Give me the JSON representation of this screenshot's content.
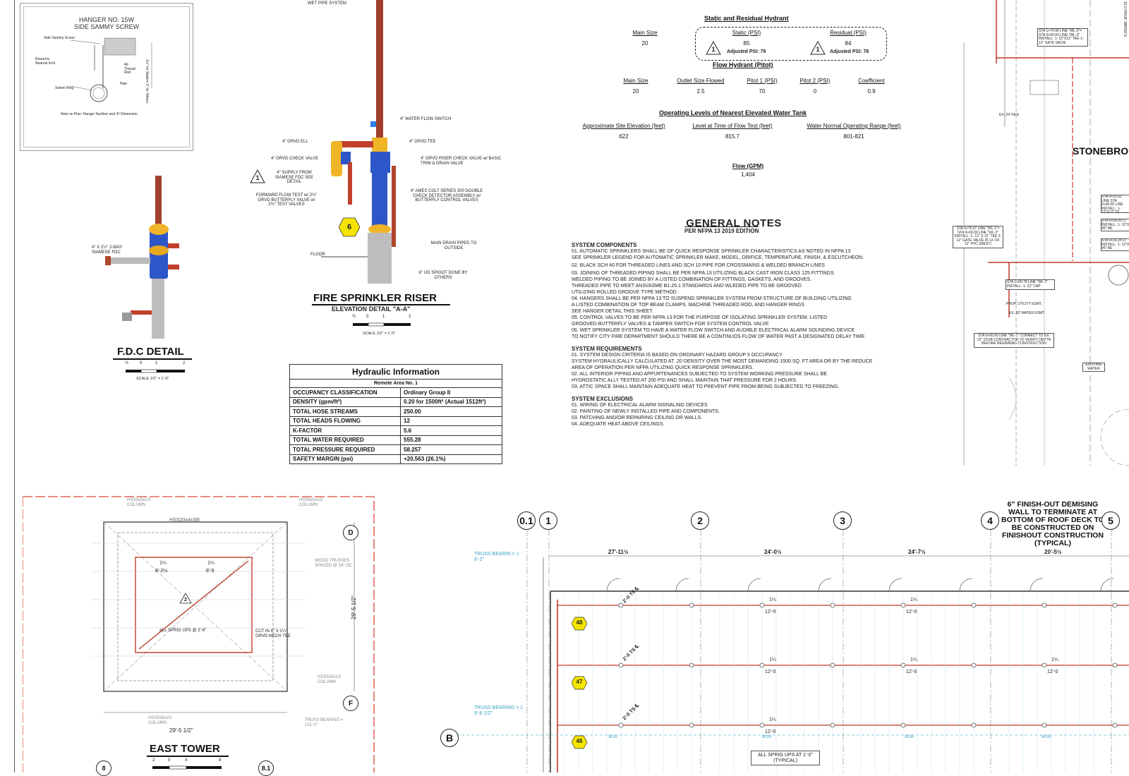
{
  "hanger": {
    "title1": "HANGER NO. 15W",
    "title2": "SIDE SAMMY SCREW",
    "lab_sammy": "Side Sammy Screw",
    "lab_round": "Round to Nearest Inch",
    "lab_all_thread": "All Thread Rod",
    "lab_swivel": "Swivel Ring",
    "lab_pipe": "Pipe",
    "lab_dims": "1½\" for Nailers 3\" for Others",
    "note": "Note on Plan: Hanger Number and 'A' Dimension"
  },
  "fdc": {
    "label_siamese": "4\" X 2½\" 2-WAY SIAMESE FDC",
    "title": "F.D.C DETAIL",
    "scale_ticks": [
      "½",
      "0",
      "1",
      "2"
    ],
    "scale": "SCALE 1/2\" = 1'-0\""
  },
  "riser": {
    "top_label": "WET PIPE SYSTEM",
    "callouts": [
      "4\" WATER FLOW SWITCH",
      "4\" GRVD TEE",
      "4\" GRVD ELL",
      "4\" GRVD CHECK VALVE",
      "4\" GRVD RISER CHECK VALVE w/ BASIC TRIM & DRAIN VALVE",
      "4\" SUPPLY FROM SIAMESE FDC SEE DETAIL",
      "FORWARD FLOW TEST w/ 2½\" GRVD BUTTERFLY VALVE w/ 2½\" TEST VALVES",
      "4\" AMES COLT SERIES 300 DOUBLE CHECK DETECTOR ASSEMBLY w/ BUTTERFLY CONTROL VALVES",
      "MAIN DRAIN PIPED TO OUTSIDE",
      "FLOOR",
      "6\" UG SPIGOT DONE BY OTHERS"
    ],
    "hex_num": "6",
    "tri_num": "1",
    "title": "FIRE SPRINKLER RISER",
    "subtitle": "ELEVATION DETAIL \"A-A\"",
    "scale_ticks": [
      "½",
      "0",
      "1",
      "2"
    ],
    "scale": "SCALE 1/2\" = 1'-0\""
  },
  "hydraulic": {
    "title": "Hydraulic Information",
    "subtitle": "Remote Area No. 1",
    "rows": [
      {
        "k": "OCCUPANCY CLASSIFICATION",
        "v": "Ordinary Group II"
      },
      {
        "k": "DENSITY (gpm/ft²)",
        "v": "0.20 for 1500ft² (Actual 1512ft²)"
      },
      {
        "k": "TOTAL HOSE STREAMS",
        "v": "250.00"
      },
      {
        "k": "TOTAL HEADS FLOWING",
        "v": "12"
      },
      {
        "k": "K-FACTOR",
        "v": "5.6"
      },
      {
        "k": "TOTAL WATER REQUIRED",
        "v": "555.28"
      },
      {
        "k": "TOTAL PRESSURE REQUIRED",
        "v": "58.257"
      },
      {
        "k": "SAFETY MARGIN (psi)",
        "v": "+20.563 (26.1%)"
      }
    ]
  },
  "hydrant": {
    "static_title": "Static and Residual Hydrant",
    "main_size_label": "Main Size",
    "main_size_val": "20",
    "static_label": "Static (PSI)",
    "static_val": "85",
    "static_adj": "Adjusted PSI: 79",
    "residual_label": "Residual (PSI)",
    "residual_val": "84",
    "residual_adj": "Adjusted PSI: 78",
    "tri": "1",
    "flow_title": "Flow Hydrant (Pitot)",
    "flow_cols": [
      {
        "label": "Main Size",
        "val": "20"
      },
      {
        "label": "Outlet Size Flowed",
        "val": "2.5"
      },
      {
        "label": "Pitot 1 (PSI)",
        "val": "70"
      },
      {
        "label": "Pitot 2 (PSI)",
        "val": "0"
      },
      {
        "label": "Coefficient",
        "val": "0.9"
      }
    ],
    "tank_title": "Operating Levels of Nearest Elevated Water Tank",
    "tank_cols": [
      {
        "label": "Approximate Site Elevation (feet)",
        "val": "622"
      },
      {
        "label": "Level at Time of Flow Test (feet)",
        "val": "815.7"
      },
      {
        "label": "Water Normal Operating Range (feet)",
        "val": "801-821"
      }
    ],
    "gpm_label": "Flow (GPM)",
    "gpm_val": "1,404"
  },
  "notes": {
    "title": "GENERAL NOTES",
    "subtitle": "PER NFPA 13 2019 EDITION",
    "sections": [
      {
        "head": "SYSTEM COMPONENTS",
        "lines": [
          "01. AUTOMATIC SPRINKLERS SHALL BE OF QUICK RESPONSE SPRINKLER CHARACTERISTICS AS NOTED IN NFPA 13",
          "SEE SPRINKLER LEGEND FOR AUTOMATIC SPRINKLER MAKE, MODEL, ORIFICE, TEMPERATURE, FINISH, & ESCUTCHEON.",
          "02. BLACK SCH 40 FOR THREADED LINES AND SCH 10 PIPE FOR CROSSMAINS & WELDED BRANCH LINES",
          "03. JOINING OF THREADED PIPING SHALL BE PER NFPA 13 UTILIZING BLACK CAST IRON CLASS 125 FITTINGS",
          "WELDED PIPING TO BE JOINED BY A LISTED COMBINATION OF FITTINGS, GASKETS, AND GROOVES.",
          "THREADED PIPE TO MEET ANSI/ASME B1.20.1 STANDARDS AND WLEDED PIPE TO BE GROOVED",
          "UTILIZING ROLLED GROOVE TYPE METHOD.",
          "04. HANGERS SHALL BE PER NFPA 13 TO SUSPEND SPRINKLER SYSTEM FROM STRUCTURE OF BUILDING UTILIZING",
          "A LISTED COMBINATION OF TOP BEAM CLAMPS,  MACHINE THREADED ROD,  AND HANGER RINGS",
          "SEE HANGER DETAIL THIS SHEET.",
          "05. CONTROL VALVES TO BE PER NFPA 13 FOR THE PURPOSE OF ISOLATING SPRINKLER SYSTEM.  LISTED",
          "GROOVED BUTTERFLY VALVES & TAMPER SWITCH FOR SYSTEM CONTROL VALVE",
          "06. WET SPRINKLER SYSTEM TO HAVE A WATER FLOW SWITCH AND AUDIBLE ELECTRICAL ALARM SOUNDING DEVICE",
          "TO NOTIFY CITY FIRE DEPARTMENT SHOULD THERE BE A CONTINUOS FLOW OF WATER PAST A DESIGNATED DELAY TIME."
        ]
      },
      {
        "head": "SYSTEM REQUIREMENTS",
        "lines": [
          "01. SYSTEM DESIGN CRITERIA IS BASED ON ORDINARY HAZARD GROUP II OCCUPANCY",
          "SYSTEM HYDRAULICALLY CALCULATED AT .20 DENSITY OVER THE MOST DEMANDING 1500 SQ. FT AREA OR BY THE REDUCE",
          "AREA OF OPERATION PER NFPA UTILIZING QUICK RESPONSE SPRINKLERS.",
          "02. ALL INTERIOR PIPING AND APPURTENANCES SUBJECTED TO SYSTEM WORKING PRESSURE SHALL BE",
          "HYDROSTATIC ALLY TESTED AT 200 PSI AND SHALL MAINTAIN THAT PRESSURE FOR 2 HOURS.",
          "03. ATTIC SPACE SHALL MAINTAIN ADEQUATE HEAT TO PREVENT PIPE FROM BEING SUBJECTED TO FREEZING."
        ]
      },
      {
        "head": "SYSTEM EXCLUSIONS",
        "lines": [
          "01. WIRING OF ELECTRICAL ALARM SIGNALING DEVICES",
          "02. PAINTING OF NEWLY INSTALLED PIPE AND COMPONENTS.",
          "03. PATCHING AND/OR REPAIRING CEILING OR WALLS.",
          "04. ADEQUATE HEAT ABOVE CEILINGS."
        ]
      }
    ]
  },
  "site": {
    "title": "STONEBRO",
    "labels": [
      "STA 1+74.96 LINE \"WL-2\"= STA 0+00.00 LINE \"WL-3\" INSTALL: 1- 12\"X12\" TEE 1- 12\" GATE VALVE",
      "EX. 24' FA.E",
      "STA 0+32.62 LINE STA 0+00.00 LINE INSTALL: 1- 12\"X12\" TE",
      "STA 0+09.53 LI INSTALL: 1- 12\"X 45° BE",
      "STA 0+16.25 LI INSTALL: 1- 12\"X 45° BE",
      "STA 0+75.07 LINE \"WL-1\"= STA 0+00.00 LINE \"WL-2\" INSTALL: 1- 12\" X 12\" TEE 2- 12\" GATE VALVE 25 LF OF 12\" PVC (WEST)",
      "STA 1+00.78 LINE \"WL-1\" INSTALL: 1- 12\" CAP",
      "PROP. UTILITY ESMT.",
      "EX. 20' WATER ESMT.",
      "STA 0+00.00 LINE \"WL-1\" CONNECT TO EX. 12\" STUB CONTRACTOR TO VERIFY DEPTH BEFORE BEGINNING CONSTRUCTION",
      "EXISTING WATER",
      "15.0' PROP. WATER E"
    ]
  },
  "tower": {
    "title": "EAST TOWER",
    "scale_ticks": [
      "2",
      "0",
      "4",
      "8"
    ],
    "labels": [
      "HSS20x4x3/8",
      "HSS5x5x1/2 COLUMN",
      "HSS5x5x1/2 COLUMN",
      "HSS5x5x1/2 COLUMN",
      "HSS5x5x1/2 COLUMN",
      "WOOD TRUSSES SPACED @ 24\" OC",
      "TRUSS BEARING = 131'-0\"",
      "29'-5 1/2\"",
      "29'-5 1/2\"",
      "ALL SPRIG UPS @ 2'-6\"",
      "CUT IN 4\" X 1¼\" GRVD MECH TEE",
      "1¼",
      "8'-2½",
      "1¼",
      "8'-9"
    ],
    "bubbles": [
      "D",
      "F",
      "8",
      "8.1"
    ],
    "tri": "2"
  },
  "plan": {
    "grid": [
      "0.1",
      "1",
      "2",
      "3",
      "4",
      "5"
    ],
    "row_bubble": "B",
    "dims": [
      "27'-11½",
      "24'-0½",
      "24'-7½",
      "20'-5½"
    ],
    "note": "6\" FINISH-OUT DEMISING WALL TO TERMINATE AT BOTTOM OF ROOF DECK TO BE CONSTRUCTED ON FINISHOUT CONSTRUCTION (TYPICAL)",
    "truss1": "TRUSS BEARIN = 1 8'-2\"",
    "truss2": "TRUSS BEARING = 1 8'-8 1/2\"",
    "hexes": [
      "48",
      "47",
      "46"
    ],
    "branch_label": "2'-0 TS ℄",
    "pipe_size": "1¼",
    "pipe_len": "12'-0",
    "sprig_note": "ALL SPRIG UPS AT 1'-0\" (TYPICAL)",
    "wall_tag": "W1B"
  }
}
